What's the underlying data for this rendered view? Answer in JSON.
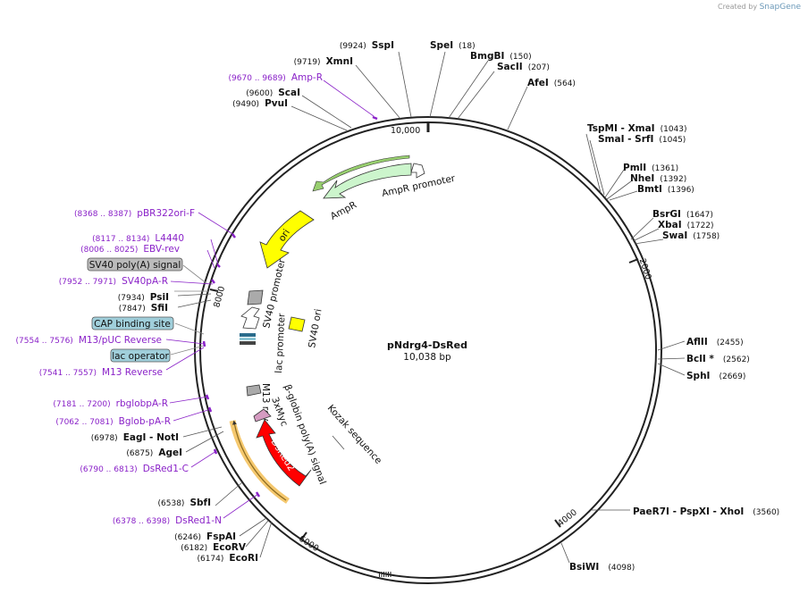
{
  "brand": {
    "created_by": "Created by",
    "name": "SnapGene"
  },
  "plasmid": {
    "name": "pNdrg4-DsRed",
    "size": "10,038 bp"
  },
  "ticks": [
    "10,000",
    "2000",
    "4000",
    "6000",
    "8000"
  ],
  "enzymes_right": [
    {
      "name": "SpeI",
      "pos": "(18)"
    },
    {
      "name": "BmgBI",
      "pos": "(150)"
    },
    {
      "name": "SacII",
      "pos": "(207)"
    },
    {
      "name": "AfeI",
      "pos": "(564)"
    },
    {
      "name": "TspMI",
      "name2": "XmaI",
      "pos": "(1043)"
    },
    {
      "name": "SmaI",
      "name2": "SrfI",
      "pos": "(1045)"
    },
    {
      "name": "PmlI",
      "pos": "(1361)"
    },
    {
      "name": "NheI",
      "pos": "(1392)"
    },
    {
      "name": "BmtI",
      "pos": "(1396)"
    },
    {
      "name": "BsrGI",
      "pos": "(1647)"
    },
    {
      "name": "XbaI",
      "pos": "(1722)"
    },
    {
      "name": "SwaI",
      "pos": "(1758)"
    },
    {
      "name": "AflII",
      "pos": "(2455)"
    },
    {
      "name": "BclI *",
      "pos": "(2562)"
    },
    {
      "name": "SphI",
      "pos": "(2669)"
    },
    {
      "name": "PaeR7I",
      "name2": "PspXI",
      "name3": "XhoI",
      "pos": "(3560)"
    },
    {
      "name": "BsiWI",
      "pos": "(4098)"
    }
  ],
  "enzymes_left": [
    {
      "name": "SspI",
      "pos": "(9924)"
    },
    {
      "name": "XmnI",
      "pos": "(9719)"
    },
    {
      "name": "ScaI",
      "pos": "(9600)"
    },
    {
      "name": "PvuI",
      "pos": "(9490)"
    },
    {
      "name": "PsiI",
      "pos": "(7934)"
    },
    {
      "name": "SfiI",
      "pos": "(7847)"
    },
    {
      "name": "EagI",
      "name2": "NotI",
      "pos": "(6978)"
    },
    {
      "name": "AgeI",
      "pos": "(6875)"
    },
    {
      "name": "SbfI",
      "pos": "(6538)"
    },
    {
      "name": "FspAI",
      "pos": "(6246)"
    },
    {
      "name": "EcoRV",
      "pos": "(6182)"
    },
    {
      "name": "EcoRI",
      "pos": "(6174)"
    }
  ],
  "primers": [
    {
      "name": "Amp-R",
      "range": "(9670 .. 9689)"
    },
    {
      "name": "pBR322ori-F",
      "range": "(8368 .. 8387)"
    },
    {
      "name": "L4440",
      "range": "(8117 .. 8134)"
    },
    {
      "name": "EBV-rev",
      "range": "(8006 .. 8025)"
    },
    {
      "name": "SV40pA-R",
      "range": "(7952 .. 7971)"
    },
    {
      "name": "M13/pUC Reverse",
      "range": "(7554 .. 7576)"
    },
    {
      "name": "M13 Reverse",
      "range": "(7541 .. 7557)"
    },
    {
      "name": "rbglobpA-R",
      "range": "(7181 .. 7200)"
    },
    {
      "name": "Bglob-pA-R",
      "range": "(7062 .. 7081)"
    },
    {
      "name": "DsRed1-C",
      "range": "(6790 .. 6813)"
    },
    {
      "name": "DsRed1-N",
      "range": "(6378 .. 6398)"
    }
  ],
  "boxed_features": [
    "SV40 poly(A) signal",
    "CAP binding site",
    "lac operator"
  ],
  "features": {
    "ampr_promoter": "AmpR promoter",
    "ampr": "AmpR",
    "ori": "ori",
    "sv40_promoter": "SV40 promoter",
    "sv40_ori": "SV40 ori",
    "lac_promoter": "lac promoter",
    "m13_rev": "M13 rev",
    "beta_globin": "β-globin poly(A) signal",
    "threexmyc": "3xMyc",
    "kozak": "Kozak sequence",
    "dsred2": "DsRed2"
  },
  "colors": {
    "ampr": "#ccf5cc",
    "ori": "#ffff00",
    "dsred2": "#ff0000",
    "primer": "#8a22c8",
    "highlight": "#f5c86e",
    "sv40": "#aaaaaa",
    "blue_box": "#a0cfdb"
  }
}
